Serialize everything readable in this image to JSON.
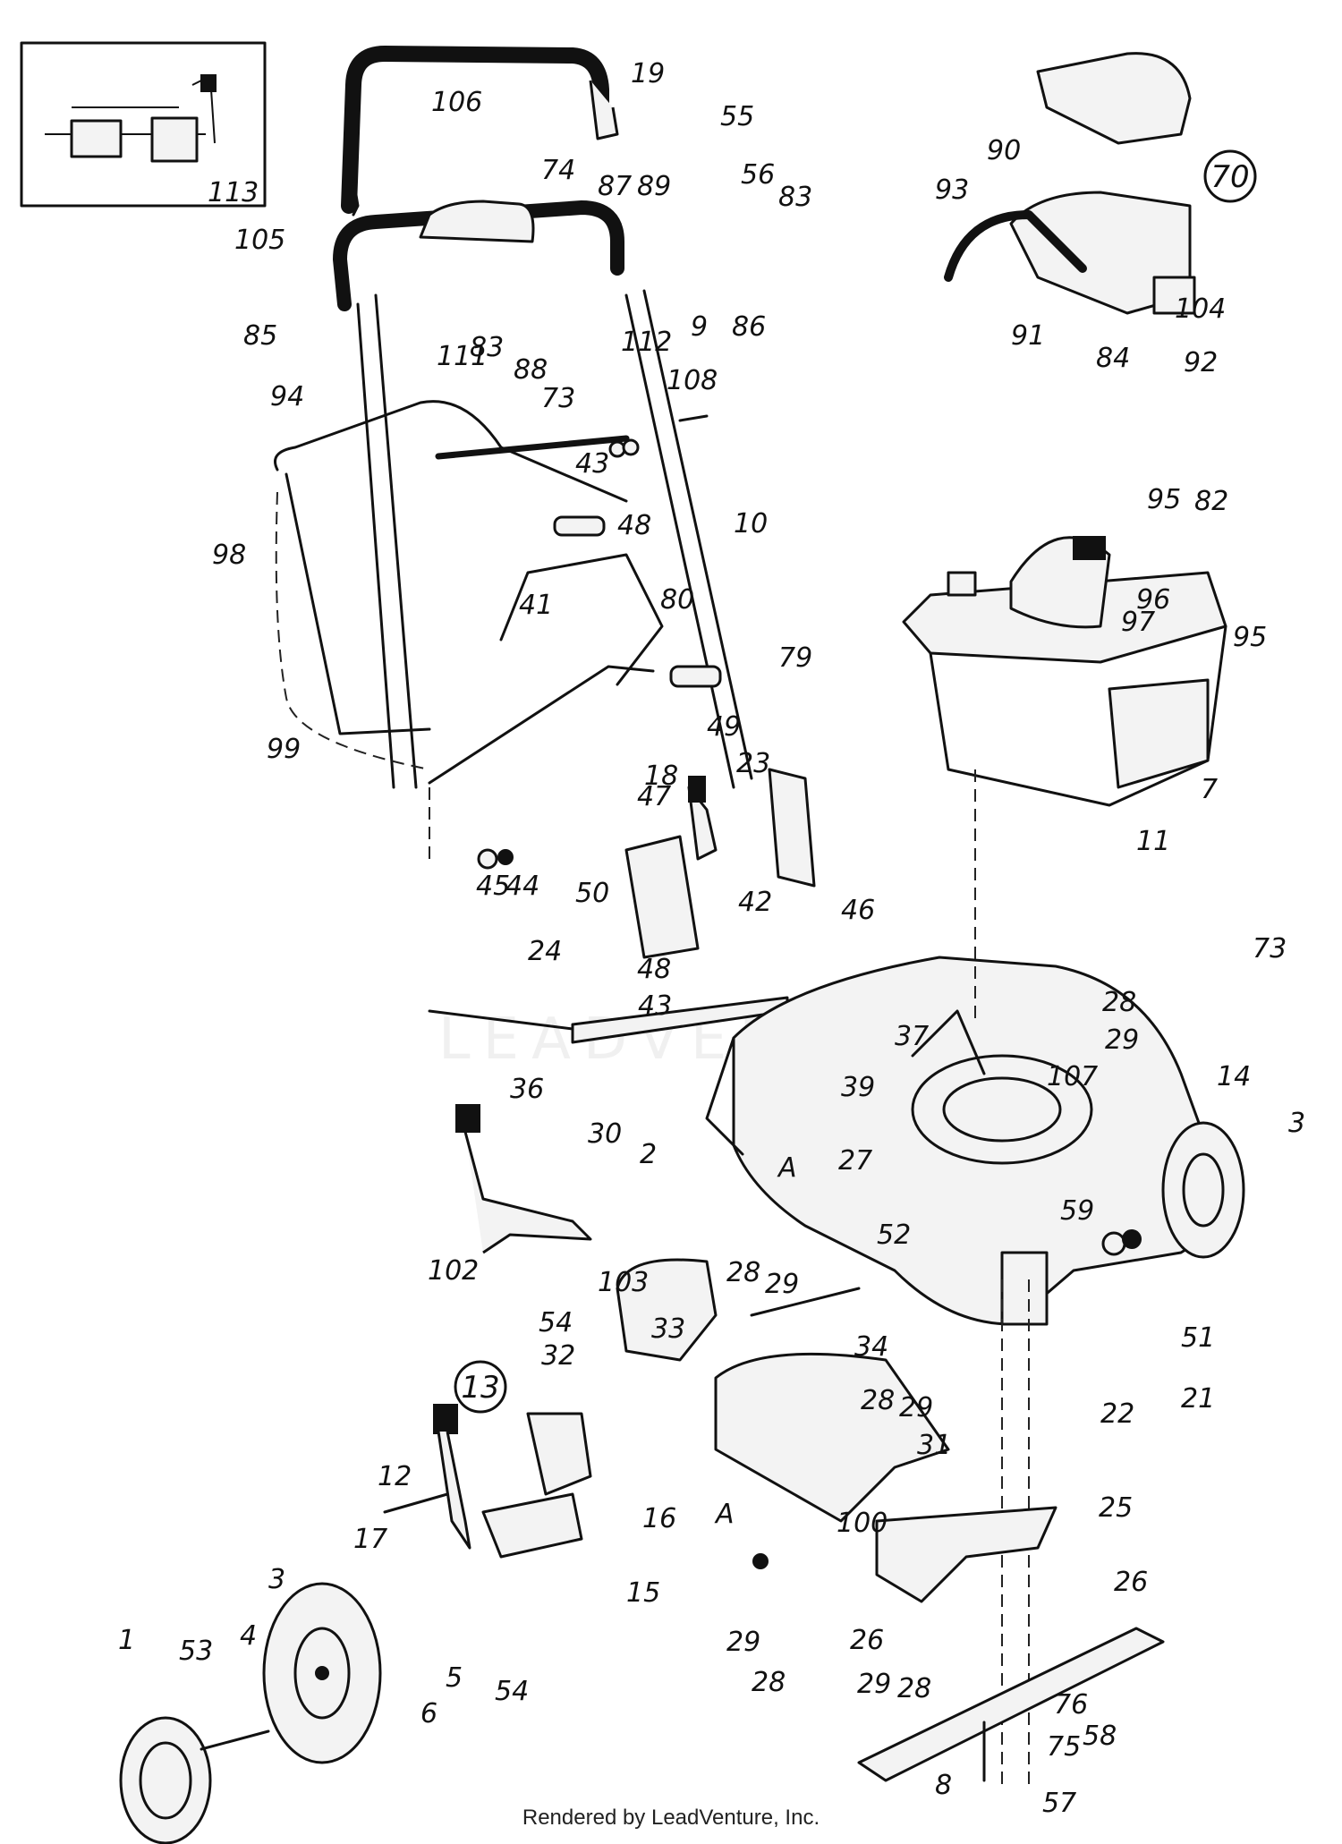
{
  "credit": "Rendered by LeadVenture, Inc.",
  "watermark": "LEADVENTURE",
  "labels": [
    {
      "id": "106",
      "text": "106"
    },
    {
      "id": "19",
      "text": "19"
    },
    {
      "id": "55",
      "text": "55"
    },
    {
      "id": "56",
      "text": "56"
    },
    {
      "id": "83a",
      "text": "83"
    },
    {
      "id": "87",
      "text": "87"
    },
    {
      "id": "89",
      "text": "89"
    },
    {
      "id": "74",
      "text": "74"
    },
    {
      "id": "113",
      "text": "113"
    },
    {
      "id": "105",
      "text": "105"
    },
    {
      "id": "85",
      "text": "85"
    },
    {
      "id": "83b",
      "text": "83"
    },
    {
      "id": "88",
      "text": "88"
    },
    {
      "id": "73a",
      "text": "73"
    },
    {
      "id": "111",
      "text": "111"
    },
    {
      "id": "112",
      "text": "112"
    },
    {
      "id": "9",
      "text": "9"
    },
    {
      "id": "86",
      "text": "86"
    },
    {
      "id": "108",
      "text": "108"
    },
    {
      "id": "94",
      "text": "94"
    },
    {
      "id": "43a",
      "text": "43"
    },
    {
      "id": "48a",
      "text": "48"
    },
    {
      "id": "98",
      "text": "98"
    },
    {
      "id": "10",
      "text": "10"
    },
    {
      "id": "41",
      "text": "41"
    },
    {
      "id": "80",
      "text": "80"
    },
    {
      "id": "79",
      "text": "79"
    },
    {
      "id": "99",
      "text": "99"
    },
    {
      "id": "18",
      "text": "18"
    },
    {
      "id": "49",
      "text": "49"
    },
    {
      "id": "23",
      "text": "23"
    },
    {
      "id": "47",
      "text": "47"
    },
    {
      "id": "45",
      "text": "45"
    },
    {
      "id": "44",
      "text": "44"
    },
    {
      "id": "50",
      "text": "50"
    },
    {
      "id": "42",
      "text": "42"
    },
    {
      "id": "24",
      "text": "24"
    },
    {
      "id": "48b",
      "text": "48"
    },
    {
      "id": "43b",
      "text": "43"
    },
    {
      "id": "46",
      "text": "46"
    },
    {
      "id": "37",
      "text": "37"
    },
    {
      "id": "39",
      "text": "39"
    },
    {
      "id": "36",
      "text": "36"
    },
    {
      "id": "30",
      "text": "30"
    },
    {
      "id": "2",
      "text": "2"
    },
    {
      "id": "A1",
      "text": "A"
    },
    {
      "id": "27",
      "text": "27"
    },
    {
      "id": "28a",
      "text": "28"
    },
    {
      "id": "29a",
      "text": "29"
    },
    {
      "id": "73b",
      "text": "73"
    },
    {
      "id": "107",
      "text": "107"
    },
    {
      "id": "14",
      "text": "14"
    },
    {
      "id": "3a",
      "text": "3"
    },
    {
      "id": "59",
      "text": "59"
    },
    {
      "id": "52",
      "text": "52"
    },
    {
      "id": "102",
      "text": "102"
    },
    {
      "id": "103",
      "text": "103"
    },
    {
      "id": "28b",
      "text": "28"
    },
    {
      "id": "29b",
      "text": "29"
    },
    {
      "id": "54a",
      "text": "54"
    },
    {
      "id": "33",
      "text": "33"
    },
    {
      "id": "34",
      "text": "34"
    },
    {
      "id": "32",
      "text": "32"
    },
    {
      "id": "51",
      "text": "51"
    },
    {
      "id": "22",
      "text": "22"
    },
    {
      "id": "21",
      "text": "21"
    },
    {
      "id": "28c",
      "text": "28"
    },
    {
      "id": "29c",
      "text": "29"
    },
    {
      "id": "31",
      "text": "31"
    },
    {
      "id": "12",
      "text": "12"
    },
    {
      "id": "16",
      "text": "16"
    },
    {
      "id": "A2",
      "text": "A"
    },
    {
      "id": "100",
      "text": "100"
    },
    {
      "id": "25",
      "text": "25"
    },
    {
      "id": "17",
      "text": "17"
    },
    {
      "id": "15",
      "text": "15"
    },
    {
      "id": "26a",
      "text": "26"
    },
    {
      "id": "26b",
      "text": "26"
    },
    {
      "id": "3b",
      "text": "3"
    },
    {
      "id": "29d",
      "text": "29"
    },
    {
      "id": "28d",
      "text": "28"
    },
    {
      "id": "4",
      "text": "4"
    },
    {
      "id": "53",
      "text": "53"
    },
    {
      "id": "5",
      "text": "5"
    },
    {
      "id": "54b",
      "text": "54"
    },
    {
      "id": "6",
      "text": "6"
    },
    {
      "id": "1",
      "text": "1"
    },
    {
      "id": "29e",
      "text": "29"
    },
    {
      "id": "28e",
      "text": "28"
    },
    {
      "id": "76",
      "text": "76"
    },
    {
      "id": "58",
      "text": "58"
    },
    {
      "id": "75",
      "text": "75"
    },
    {
      "id": "8",
      "text": "8"
    },
    {
      "id": "57",
      "text": "57"
    },
    {
      "id": "90",
      "text": "90"
    },
    {
      "id": "93",
      "text": "93"
    },
    {
      "id": "104",
      "text": "104"
    },
    {
      "id": "91",
      "text": "91"
    },
    {
      "id": "84",
      "text": "84"
    },
    {
      "id": "92",
      "text": "92"
    },
    {
      "id": "95a",
      "text": "95"
    },
    {
      "id": "82",
      "text": "82"
    },
    {
      "id": "97",
      "text": "97"
    },
    {
      "id": "96",
      "text": "96"
    },
    {
      "id": "95b",
      "text": "95"
    },
    {
      "id": "7",
      "text": "7"
    },
    {
      "id": "11",
      "text": "11"
    }
  ],
  "circled_labels": [
    {
      "id": "70",
      "text": "70"
    },
    {
      "id": "13",
      "text": "13"
    }
  ]
}
